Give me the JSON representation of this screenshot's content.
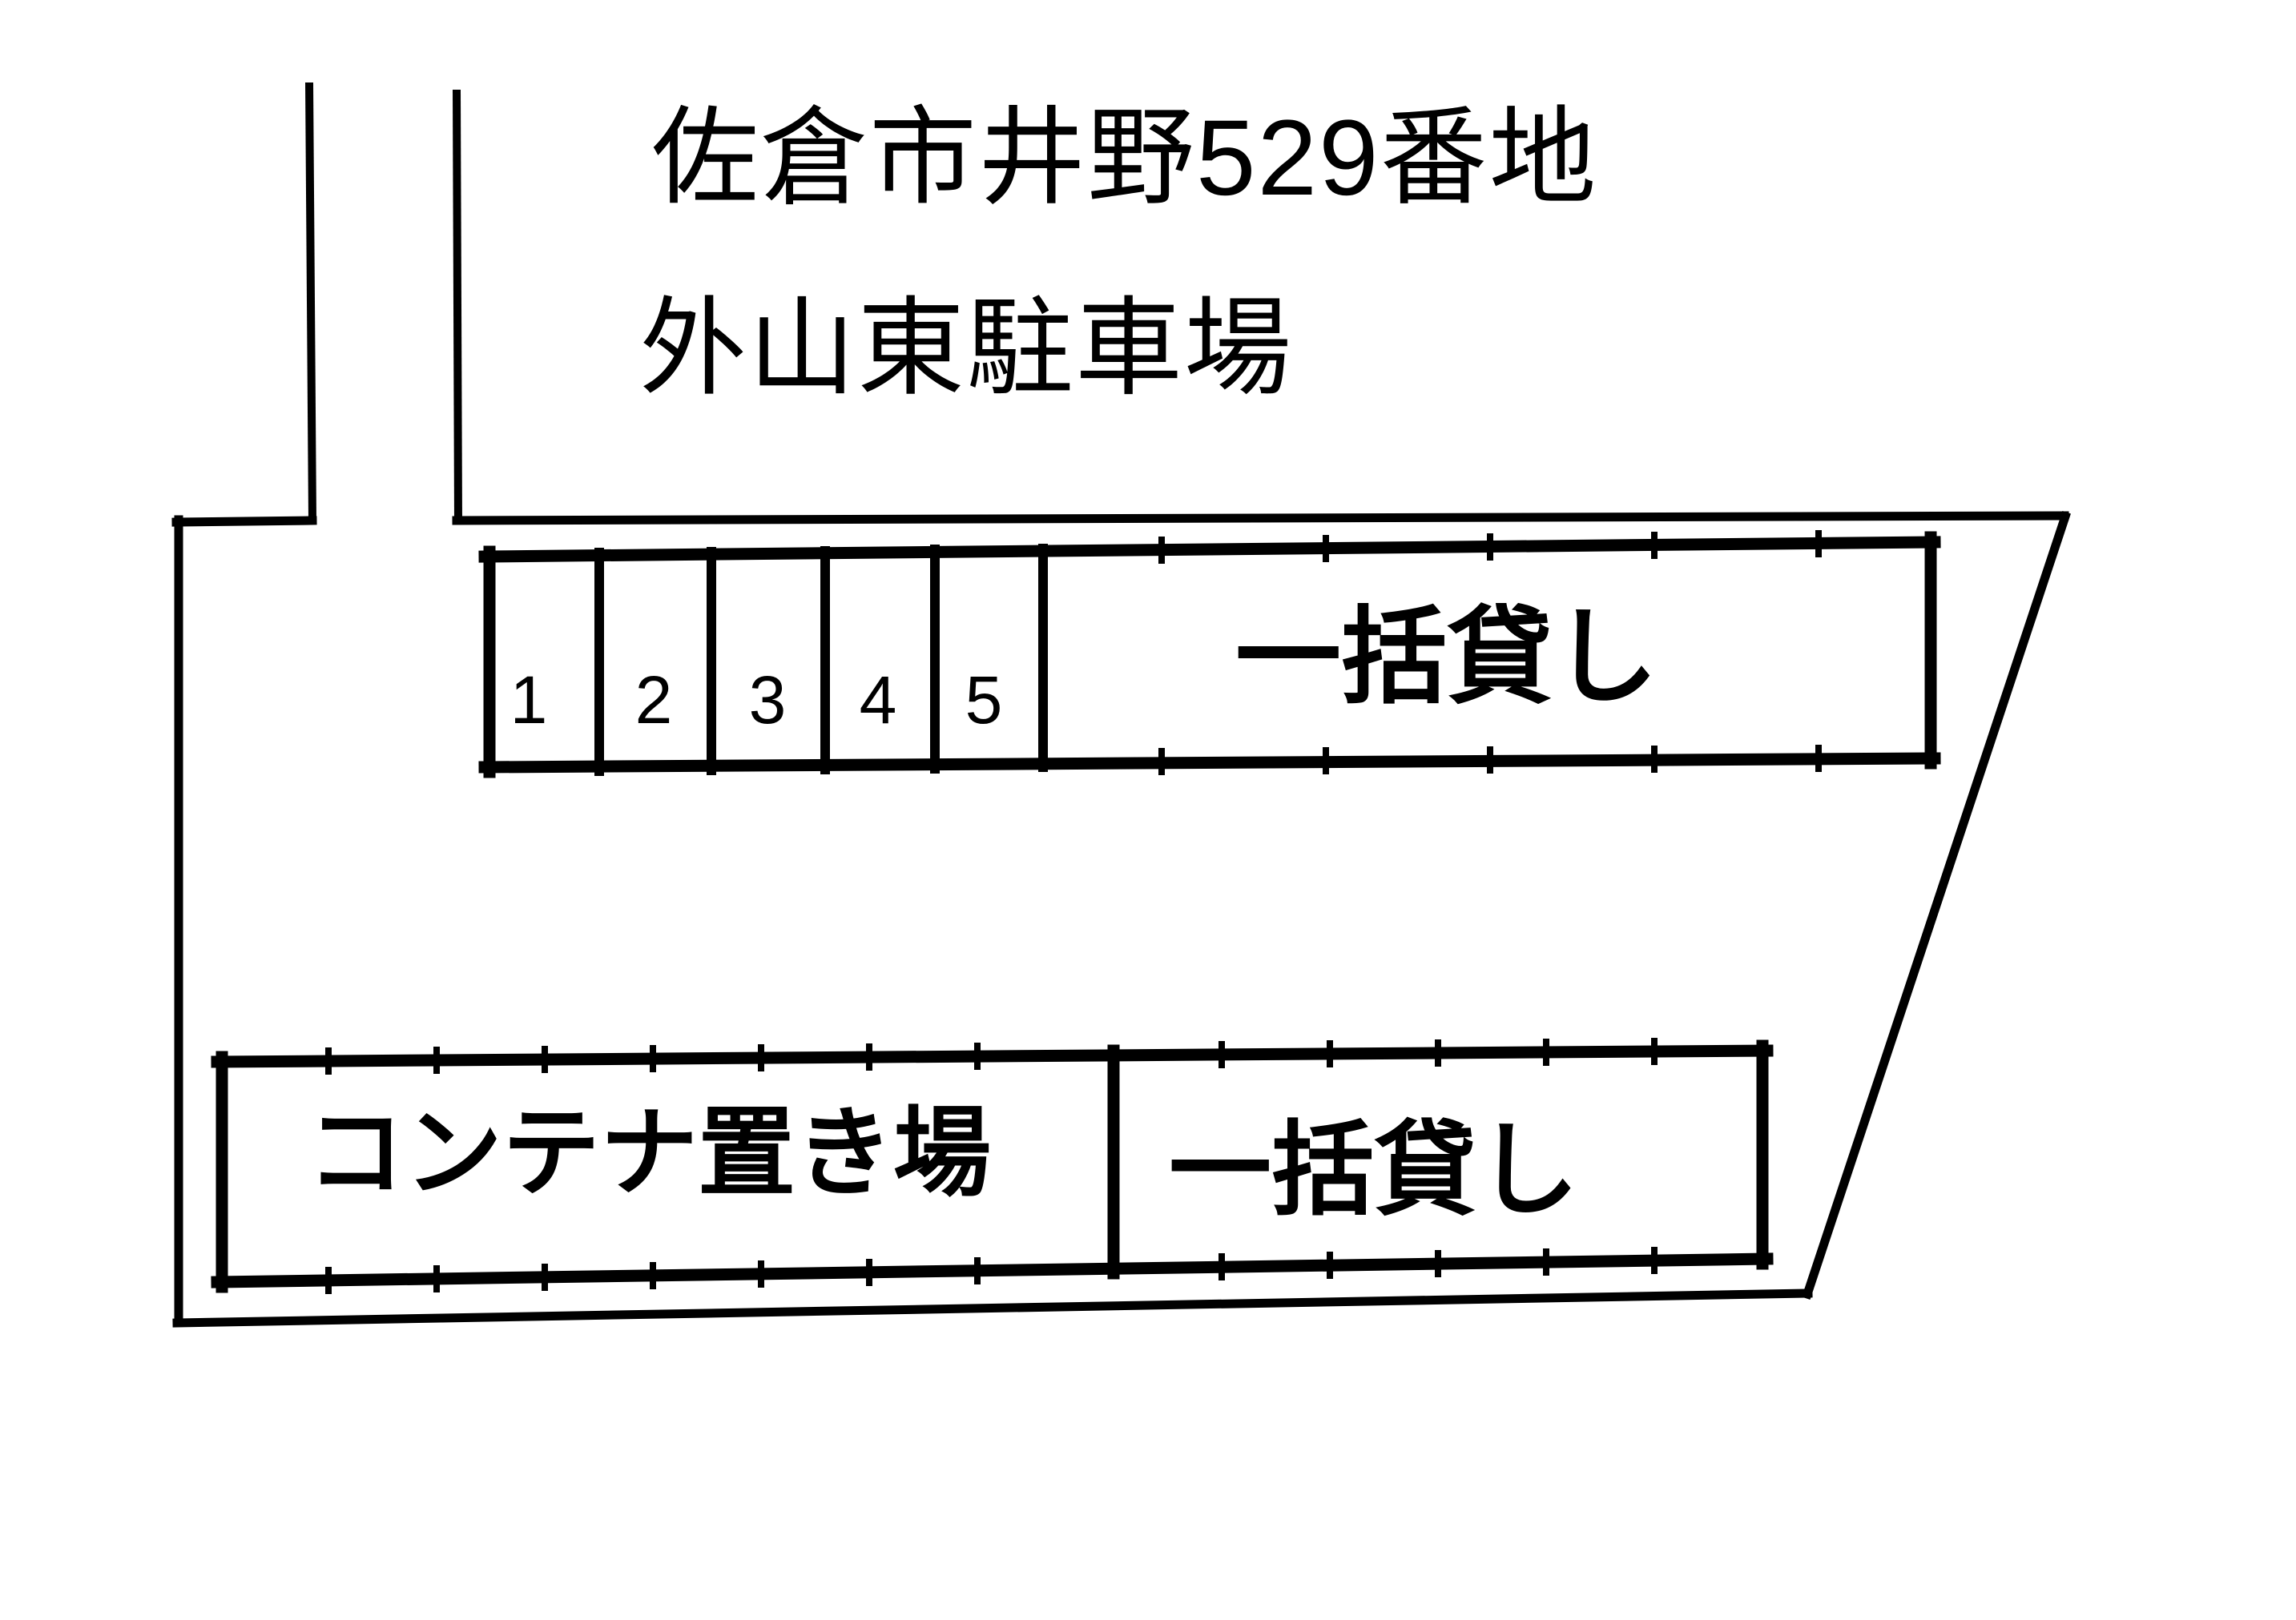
{
  "page": {
    "background": "#ffffff",
    "ink_color": "#000000"
  },
  "header": {
    "address_line": "佐倉市井野529番地",
    "site_name_line": "外山東駐車場"
  },
  "lot": {
    "spaces": [
      {
        "number": "1"
      },
      {
        "number": "2"
      },
      {
        "number": "3"
      },
      {
        "number": "4"
      },
      {
        "number": "5"
      }
    ],
    "upper_bulk_lease_label": "一括貸し",
    "container_yard_label": "コンテナ置き場",
    "lower_bulk_lease_label": "一括貸し"
  }
}
